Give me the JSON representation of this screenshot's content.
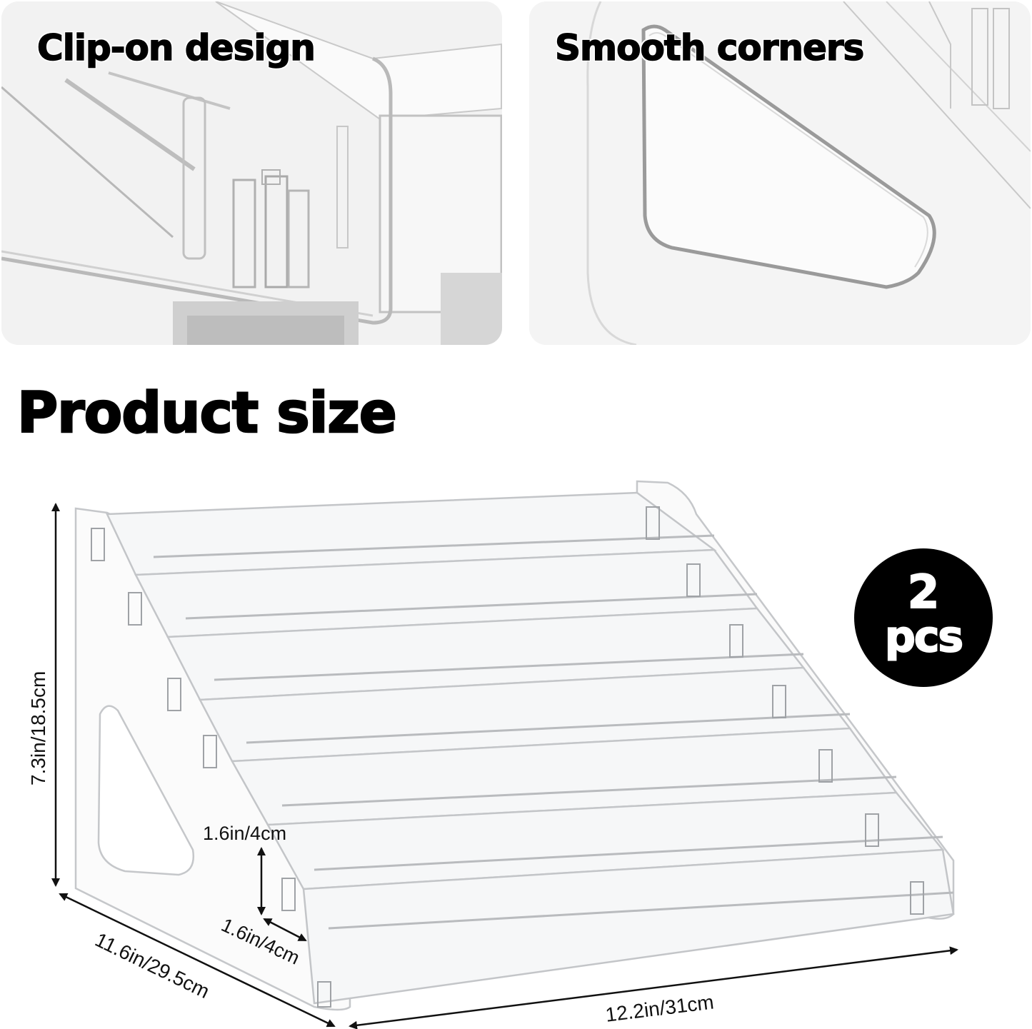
{
  "panels": [
    {
      "id": "clip-on",
      "label": "Clip-on design"
    },
    {
      "id": "smooth-corners",
      "label": "Smooth corners"
    }
  ],
  "section": {
    "title": "Product size"
  },
  "badge": {
    "quantity": "2",
    "unit": "pcs",
    "background": "#000000",
    "text_color": "#ffffff"
  },
  "dimensions": {
    "height": "7.3in/18.5cm",
    "depth": "11.6in/29.5cm",
    "width": "12.2in/31cm",
    "step_height": "1.6in/4cm",
    "step_depth": "1.6in/4cm"
  },
  "product": {
    "tiers": 7,
    "material_color": "#d8dadc"
  }
}
